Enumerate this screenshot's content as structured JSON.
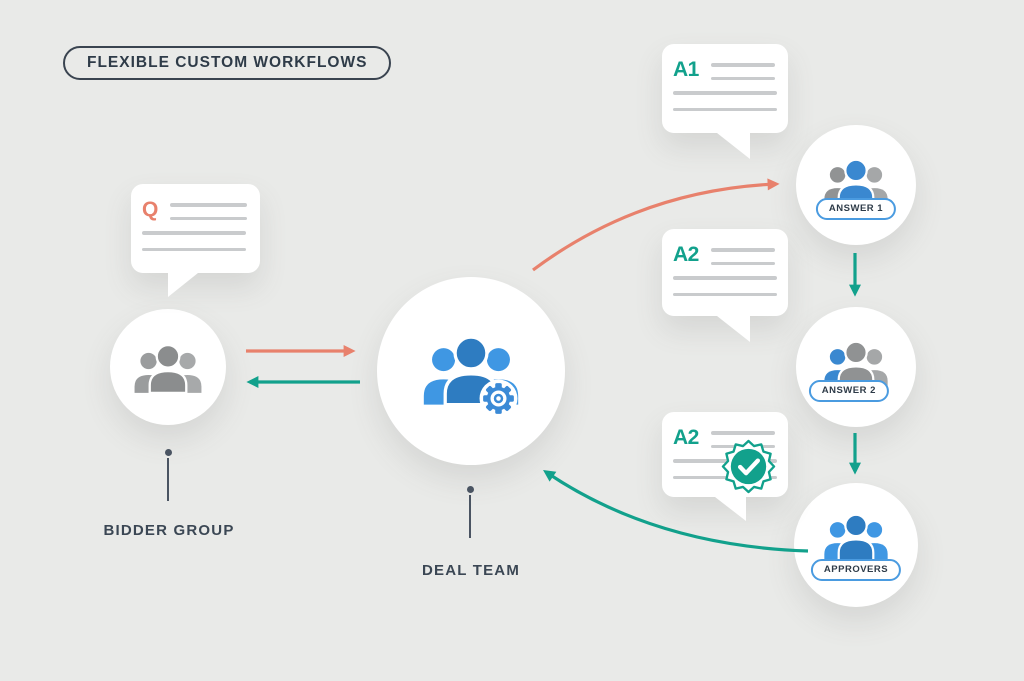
{
  "title_badge": {
    "label": "FLEXIBLE CUSTOM WORKFLOWS"
  },
  "theme": {
    "background": "#e9eae8",
    "ink": "#2e3b48",
    "orange": "#e8816c",
    "teal": "#12a18c",
    "blue_dark": "#2e7cc1",
    "blue_light": "#3f97e3",
    "blue_mid": "#3a88d0",
    "gray_dark": "#8b8d8e",
    "gray_mid": "#9a9c9d",
    "gray_light": "#a7a9aa",
    "badge_border": "#4a9be0",
    "bubble_line": "#c9cbcd",
    "pin": "#4a5462",
    "gear_blue": "#3b8ad6"
  },
  "icons": {
    "bidder_group": "people-group-icon",
    "deal_team": "people-group-gear-icon",
    "answer1": "people-group-icon",
    "answer2": "people-group-icon",
    "approvers": "people-group-icon",
    "approved_seal": "checkmark-seal-icon"
  },
  "bubbles": {
    "question": {
      "tag": "Q"
    },
    "answer1": {
      "tag": "A1"
    },
    "answer2": {
      "tag": "A2"
    },
    "answer2_approved": {
      "tag": "A2",
      "seal": "checkmark-seal"
    }
  },
  "nodes": {
    "bidder_group": {
      "label": "BIDDER GROUP"
    },
    "deal_team": {
      "label": "DEAL TEAM"
    },
    "answer1": {
      "badge_label": "ANSWER 1"
    },
    "answer2": {
      "badge_label": "ANSWER 2"
    },
    "approvers": {
      "badge_label": "APPROVERS"
    }
  }
}
